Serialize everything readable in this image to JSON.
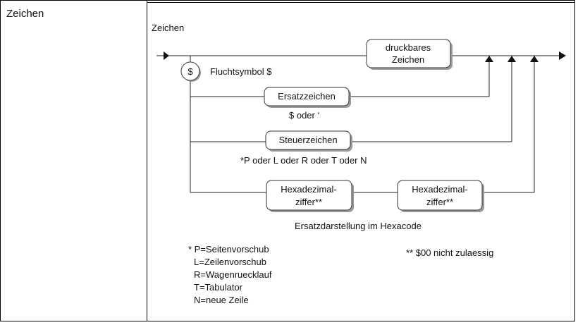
{
  "row_label": "Zeichen",
  "diagram": {
    "title": "Zeichen",
    "escape_symbol": "$",
    "escape_label": "Fluchtsymbol $",
    "boxes": {
      "printable_line1": "druckbares",
      "printable_line2": "Zeichen",
      "substitute": "Ersatzzeichen",
      "control": "Steuerzeichen",
      "hex1_line1": "Hexadezimal-",
      "hex1_line2": "ziffer**",
      "hex2_line1": "Hexadezimal-",
      "hex2_line2": "ziffer**"
    },
    "substitute_note": "$ oder ‘",
    "control_note": "*P oder L oder R oder T oder N",
    "hex_note": "Ersatzdarstellung im Hexacode",
    "legend": [
      "* P=Seitenvorschub",
      "L=Zeilenvorschub",
      "R=Wagenruecklauf",
      "T=Tabulator",
      "N=neue Zeile"
    ],
    "footnote": "** $00 nicht zulaessig"
  }
}
